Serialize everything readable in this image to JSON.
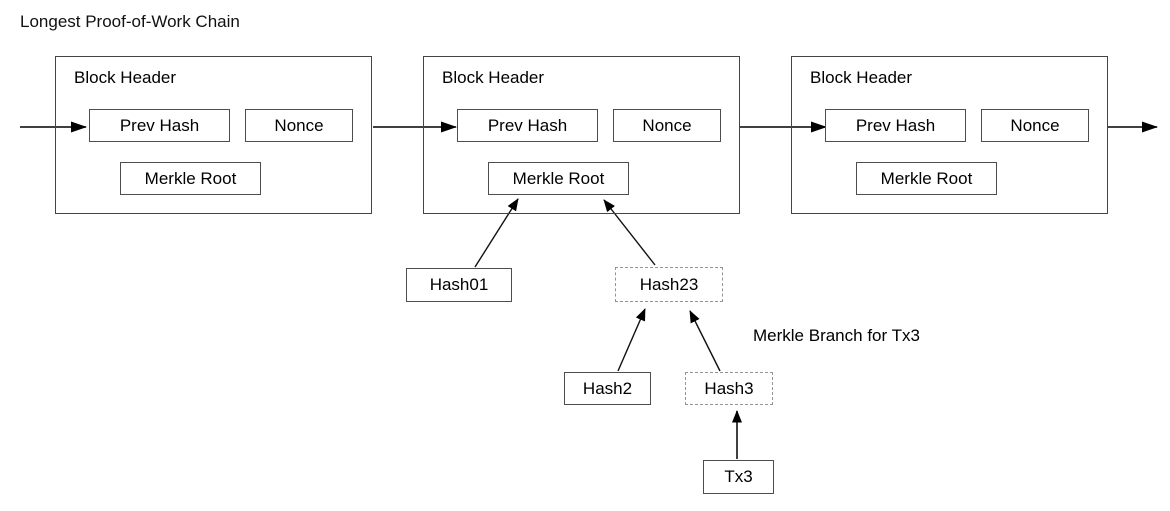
{
  "title": "Longest Proof-of-Work Chain",
  "blocks": [
    {
      "header": "Block Header",
      "prev_hash": "Prev Hash",
      "nonce": "Nonce",
      "merkle_root": "Merkle Root"
    },
    {
      "header": "Block Header",
      "prev_hash": "Prev Hash",
      "nonce": "Nonce",
      "merkle_root": "Merkle Root"
    },
    {
      "header": "Block Header",
      "prev_hash": "Prev Hash",
      "nonce": "Nonce",
      "merkle_root": "Merkle Root"
    }
  ],
  "merkle_tree": {
    "branch_label": "Merkle Branch for Tx3",
    "nodes": [
      {
        "id": "hash01",
        "label": "Hash01",
        "border": "solid"
      },
      {
        "id": "hash23",
        "label": "Hash23",
        "border": "dashed"
      },
      {
        "id": "hash2",
        "label": "Hash2",
        "border": "solid"
      },
      {
        "id": "hash3",
        "label": "Hash3",
        "border": "dashed"
      },
      {
        "id": "tx3",
        "label": "Tx3",
        "border": "solid"
      }
    ]
  },
  "colors": {
    "background": "#ffffff",
    "text": "#000000",
    "solid_border": "#4d4d4d",
    "dashed_border": "#949494",
    "arrow": "#000000"
  }
}
